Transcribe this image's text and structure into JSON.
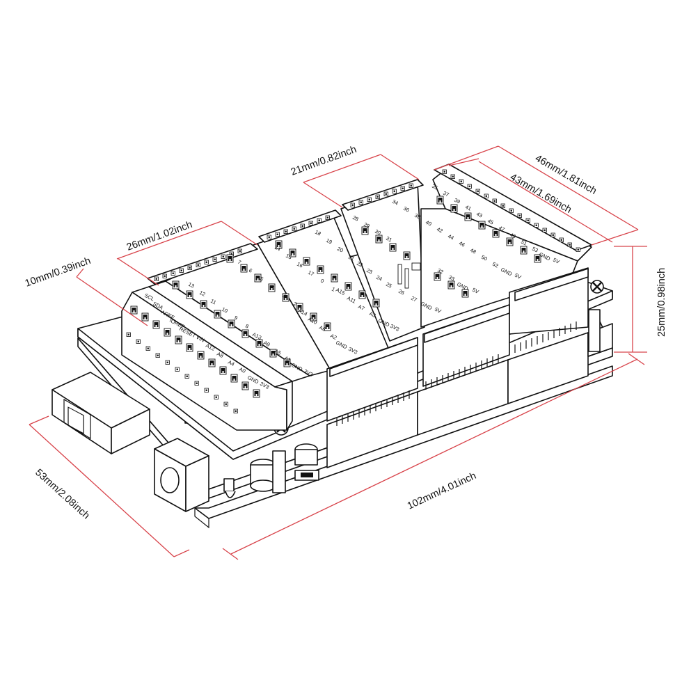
{
  "dimensions": {
    "d10": "10mm/0.39inch",
    "d26": "26mm/1.02inch",
    "d21": "21mm/0.82inch",
    "d46": "46mm/1.81inch",
    "d43": "43mm/1.69inch",
    "d25": "25mm/0.98inch",
    "d53": "53mm/2.08inch",
    "d102": "102mm/4.01inch"
  },
  "pin_rows": {
    "r1": [
      "SCL",
      "SDA",
      "AREF",
      "IOREF",
      "RESET",
      "VIN",
      "A12",
      "A8",
      "A4",
      "A0",
      "GND",
      "3V3"
    ],
    "r2": [
      "13",
      "12",
      "11",
      "10",
      "9",
      "8",
      "A13",
      "A9",
      "A5",
      "A1",
      "GND",
      "3V3"
    ],
    "r3": [
      "7",
      "6",
      "5",
      "4",
      "3",
      "2",
      "A14",
      "A10",
      "A6",
      "A2",
      "GND",
      "3V3"
    ],
    "r4": [
      "14",
      "15",
      "16",
      "17",
      "0",
      "1",
      "A15",
      "A11",
      "A7",
      "A3",
      "GND",
      "3V3"
    ],
    "r5": [
      "18",
      "19",
      "20",
      "21",
      "22",
      "23",
      "24",
      "25",
      "26",
      "27",
      "GND",
      "5V"
    ],
    "r6": [
      "28",
      "29",
      "30",
      "31"
    ],
    "r7": [
      "34",
      "36",
      "38",
      "40",
      "42",
      "44",
      "46",
      "48",
      "50",
      "52",
      "GND",
      "5V"
    ],
    "r8": [
      "35",
      "37",
      "39",
      "41",
      "43",
      "45",
      "47",
      "49",
      "51",
      "53",
      "GND",
      "5V"
    ],
    "r9": [
      "32",
      "33",
      "GND",
      "5V"
    ]
  }
}
